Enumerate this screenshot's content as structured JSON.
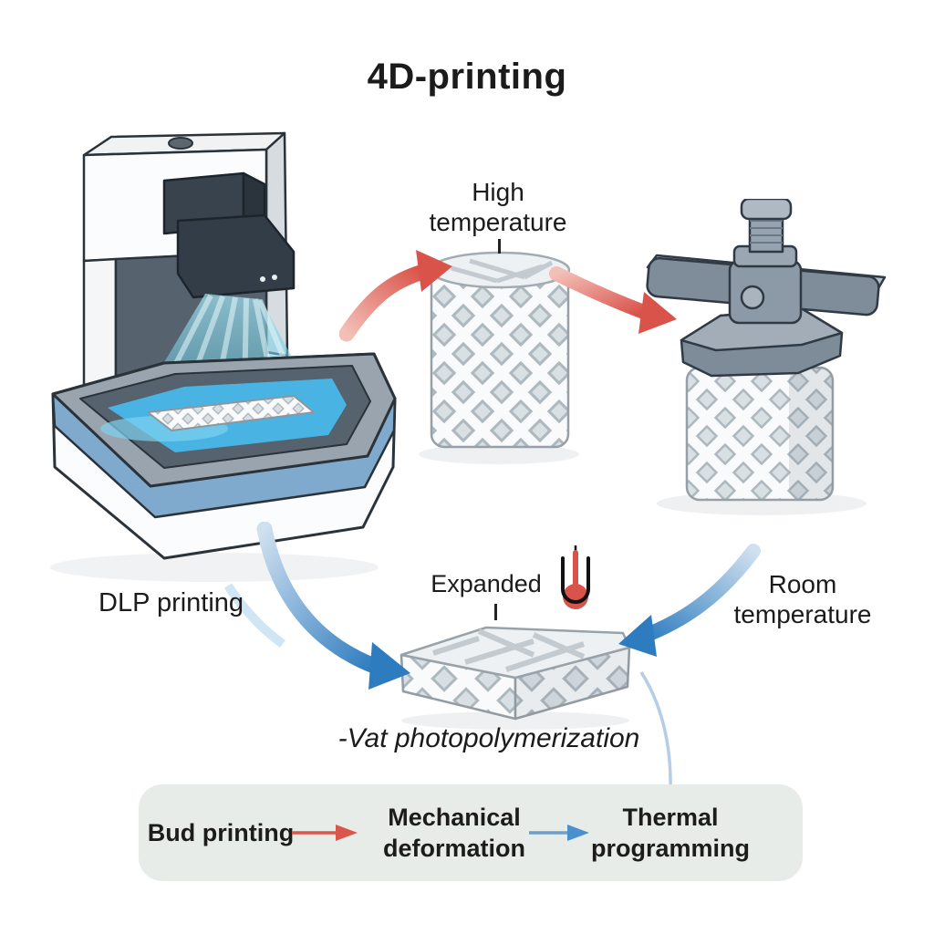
{
  "title": "4D-printing",
  "stage_labels": {
    "high_temperature": "High temperature",
    "room_temperature": "Room temperature",
    "dlp_printing": "DLP printing",
    "expanded": "Expanded",
    "vat_photopolymerization": "-Vat photopolymerization"
  },
  "process_bar": {
    "step1": "Bud printing",
    "step2": "Mechanical deformation",
    "step3": "Thermal programming"
  },
  "icons": {
    "thermometer": "thermometer-icon",
    "hot_arrow": "hot-arrow-icon",
    "cool_arrow": "cool-arrow-icon"
  },
  "colors": {
    "background": "#ffffff",
    "text": "#1b1b1b",
    "hot_arrow_red": "#d9534a",
    "cool_arrow_blue": "#3a7fc1",
    "resin_blue": "#49b4e4",
    "vat_band_blue": "#7fa9cd",
    "beam_cyan": "#7fcde0",
    "metal_gray": "#8c99a7",
    "lattice_white": "#f6f8f9",
    "bar_background": "#e8ece9",
    "thermometer_red": "#d9534a"
  }
}
